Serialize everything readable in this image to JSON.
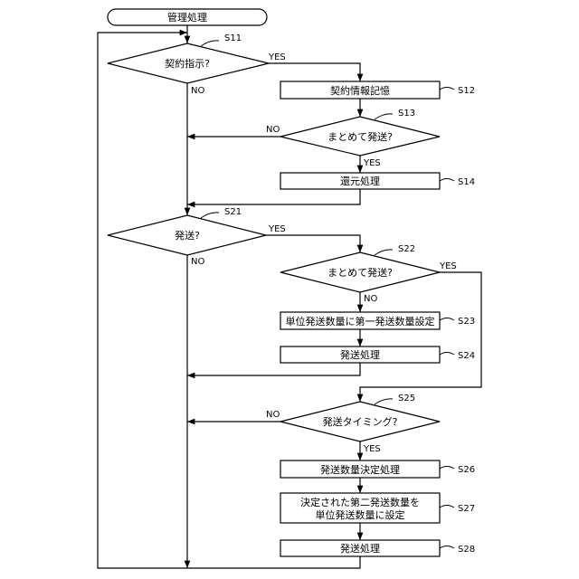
{
  "start": {
    "label": "管理処理"
  },
  "s11": {
    "id": "S11",
    "label": "契約指示?",
    "yes": "YES",
    "no": "NO"
  },
  "s12": {
    "id": "S12",
    "label": "契約情報記憶"
  },
  "s13": {
    "id": "S13",
    "label": "まとめて発送?",
    "yes": "YES",
    "no": "NO"
  },
  "s14": {
    "id": "S14",
    "label": "還元処理"
  },
  "s21": {
    "id": "S21",
    "label": "発送?",
    "yes": "YES",
    "no": "NO"
  },
  "s22": {
    "id": "S22",
    "label": "まとめて発送?",
    "yes": "YES",
    "no": "NO"
  },
  "s23": {
    "id": "S23",
    "label": "単位発送数量に第一発送数量設定"
  },
  "s24": {
    "id": "S24",
    "label": "発送処理"
  },
  "s25": {
    "id": "S25",
    "label": "発送タイミング?",
    "yes": "YES",
    "no": "NO"
  },
  "s26": {
    "id": "S26",
    "label": "発送数量決定処理"
  },
  "s27": {
    "id": "S27",
    "label_line1": "決定された第二発送数量を",
    "label_line2": "単位発送数量に設定"
  },
  "s28": {
    "id": "S28",
    "label": "発送処理"
  }
}
